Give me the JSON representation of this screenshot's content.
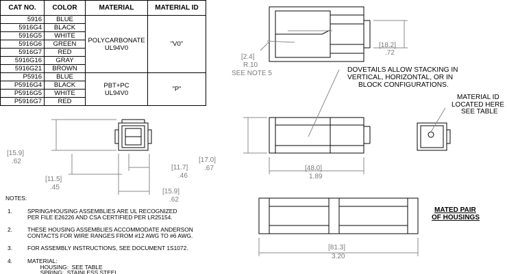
{
  "table": {
    "headers": [
      "CAT NO.",
      "COLOR",
      "MATERIAL",
      "MATERIAL ID"
    ],
    "group1": {
      "rows": [
        {
          "cat": "5916",
          "color": "BLUE"
        },
        {
          "cat": "5916G4",
          "color": "BLACK"
        },
        {
          "cat": "5916G5",
          "color": "WHITE"
        },
        {
          "cat": "5916G6",
          "color": "GREEN"
        },
        {
          "cat": "5916G7",
          "color": "RED"
        },
        {
          "cat": "5916G16",
          "color": "GRAY"
        },
        {
          "cat": "5916G21",
          "color": "BROWN"
        }
      ],
      "material_line1": "POLYCARBONATE",
      "material_line2": "UL94V0",
      "material_id": "\"V0\""
    },
    "group2": {
      "rows": [
        {
          "cat": "P5916",
          "color": "BLUE"
        },
        {
          "cat": "P5916G4",
          "color": "BLACK"
        },
        {
          "cat": "P5916G5",
          "color": "WHITE"
        },
        {
          "cat": "P5916G7",
          "color": "RED"
        }
      ],
      "material_line1": "PBT+PC",
      "material_line2": "UL94V0",
      "material_id": "\"P\""
    }
  },
  "dimensions": {
    "d18_2": {
      "mm": "[18.2]",
      "in": ".72"
    },
    "r10": {
      "mm": "[2.4]",
      "r": "R.10",
      "note": "SEE NOTE 5"
    },
    "d15_9_left": {
      "mm": "[15.9]",
      "in": ".62"
    },
    "d11_5": {
      "mm": "[11.5]",
      "in": ".45"
    },
    "d11_7": {
      "mm": "[11.7]",
      "in": ".46"
    },
    "d15_9_bottom": {
      "mm": "[15.9]",
      "in": ".62"
    },
    "d17_0": {
      "mm": "[17.0]",
      "in": ".67"
    },
    "d48_0": {
      "mm": "[48.0]",
      "in": "1.89"
    },
    "d81_3": {
      "mm": "[81.3]",
      "in": "3.20"
    }
  },
  "callouts": {
    "dovetails": [
      "DOVETAILS ALLOW STACKING IN",
      "VERTICAL, HORIZONTAL, OR IN",
      "BLOCK CONFIGURATIONS."
    ],
    "material_id": [
      "MATERIAL ID",
      "LOCATED HERE",
      "SEE TABLE"
    ],
    "mated": [
      "MATED PAIR",
      "OF HOUSINGS"
    ]
  },
  "notes": {
    "heading": "NOTES:",
    "items": [
      {
        "num": "1.",
        "lines": [
          "SPRING/HOUSING ASSEMBLIES ARE UL RECOGNIZED",
          "PER FILE E26226 AND CSA CERTIFIED PER LR25154."
        ]
      },
      {
        "num": "2.",
        "lines": [
          "THESE HOUSING ASSEMBLIES ACCOMMODATE ANDERSON",
          "CONTACTS FOR WIRE RANGES FROM #12 AWG TO #6 AWG."
        ]
      },
      {
        "num": "3.",
        "lines": [
          "FOR ASSEMBLY INSTRUCTIONS, SEE DOCUMENT 1S1072."
        ]
      },
      {
        "num": "4.",
        "lines": [
          "MATERIAL:",
          "        HOUSING:  SEE TABLE",
          "        SPRING:  STAINLESS STEEL"
        ]
      }
    ]
  }
}
